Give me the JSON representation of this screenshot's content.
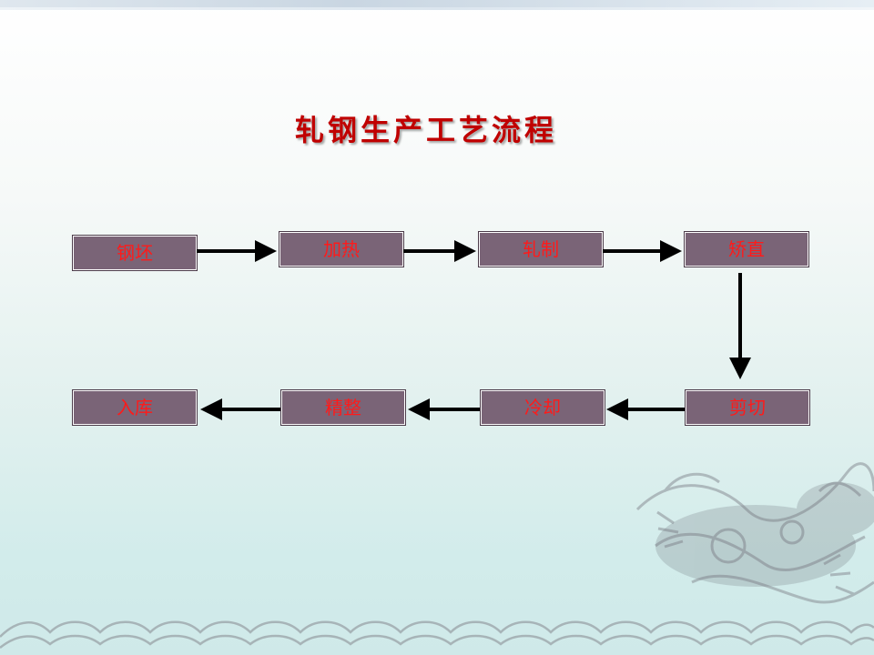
{
  "title": "轧钢生产工艺流程",
  "steps": [
    {
      "id": "s1",
      "label": "钢坯"
    },
    {
      "id": "s2",
      "label": "加热"
    },
    {
      "id": "s3",
      "label": "轧制"
    },
    {
      "id": "s4",
      "label": "矫直"
    },
    {
      "id": "s5",
      "label": "剪切"
    },
    {
      "id": "s6",
      "label": "冷却"
    },
    {
      "id": "s7",
      "label": "精整"
    },
    {
      "id": "s8",
      "label": "入库"
    }
  ],
  "flow": [
    {
      "from": "s1",
      "to": "s2"
    },
    {
      "from": "s2",
      "to": "s3"
    },
    {
      "from": "s3",
      "to": "s4"
    },
    {
      "from": "s4",
      "to": "s5"
    },
    {
      "from": "s5",
      "to": "s6"
    },
    {
      "from": "s6",
      "to": "s7"
    },
    {
      "from": "s7",
      "to": "s8"
    }
  ],
  "colors": {
    "title": "#c00000",
    "node_fill": "#7a6477",
    "node_text": "#ff1a1a",
    "arrow": "#000000"
  }
}
